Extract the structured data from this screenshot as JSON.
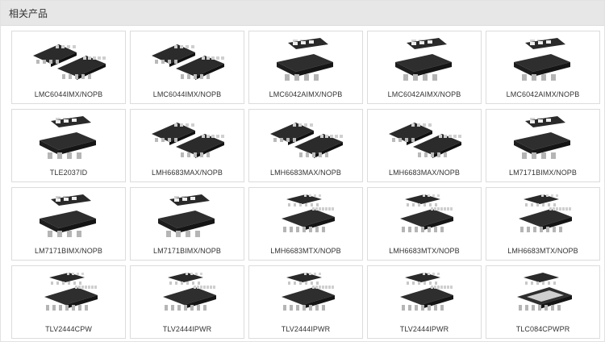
{
  "section": {
    "title": "相关产品"
  },
  "products": [
    {
      "name": "LMC6044IMX/NOPB",
      "image": "two-soic-chips"
    },
    {
      "name": "LMC6044IMX/NOPB",
      "image": "two-soic-chips"
    },
    {
      "name": "LMC6042AIMX/NOPB",
      "image": "soic8-chip-with-marked-top"
    },
    {
      "name": "LMC6042AIMX/NOPB",
      "image": "soic8-chip-with-marked-top"
    },
    {
      "name": "LMC6042AIMX/NOPB",
      "image": "soic8-chip-with-marked-top"
    },
    {
      "name": "TLE2037ID",
      "image": "soic8-chip-with-marked-top"
    },
    {
      "name": "LMH6683MAX/NOPB",
      "image": "two-soic-chips"
    },
    {
      "name": "LMH6683MAX/NOPB",
      "image": "two-soic-chips"
    },
    {
      "name": "LMH6683MAX/NOPB",
      "image": "two-soic-chips"
    },
    {
      "name": "LM7171BIMX/NOPB",
      "image": "soic8-chip-with-marked-top"
    },
    {
      "name": "LM7171BIMX/NOPB",
      "image": "soic8-chip-with-marked-top"
    },
    {
      "name": "LM7171BIMX/NOPB",
      "image": "soic8-chip-with-marked-top"
    },
    {
      "name": "LMH6683MTX/NOPB",
      "image": "tssop-chips-pair"
    },
    {
      "name": "LMH6683MTX/NOPB",
      "image": "tssop-chips-pair"
    },
    {
      "name": "LMH6683MTX/NOPB",
      "image": "tssop-chips-pair"
    },
    {
      "name": "TLV2444CPW",
      "image": "tssop-chips-pair"
    },
    {
      "name": "TLV2444IPWR",
      "image": "tssop-chips-pair"
    },
    {
      "name": "TLV2444IPWR",
      "image": "tssop-chips-pair"
    },
    {
      "name": "TLV2444IPWR",
      "image": "tssop-chips-pair"
    },
    {
      "name": "TLC084CPWPR",
      "image": "tssop-chip-with-pad"
    }
  ]
}
